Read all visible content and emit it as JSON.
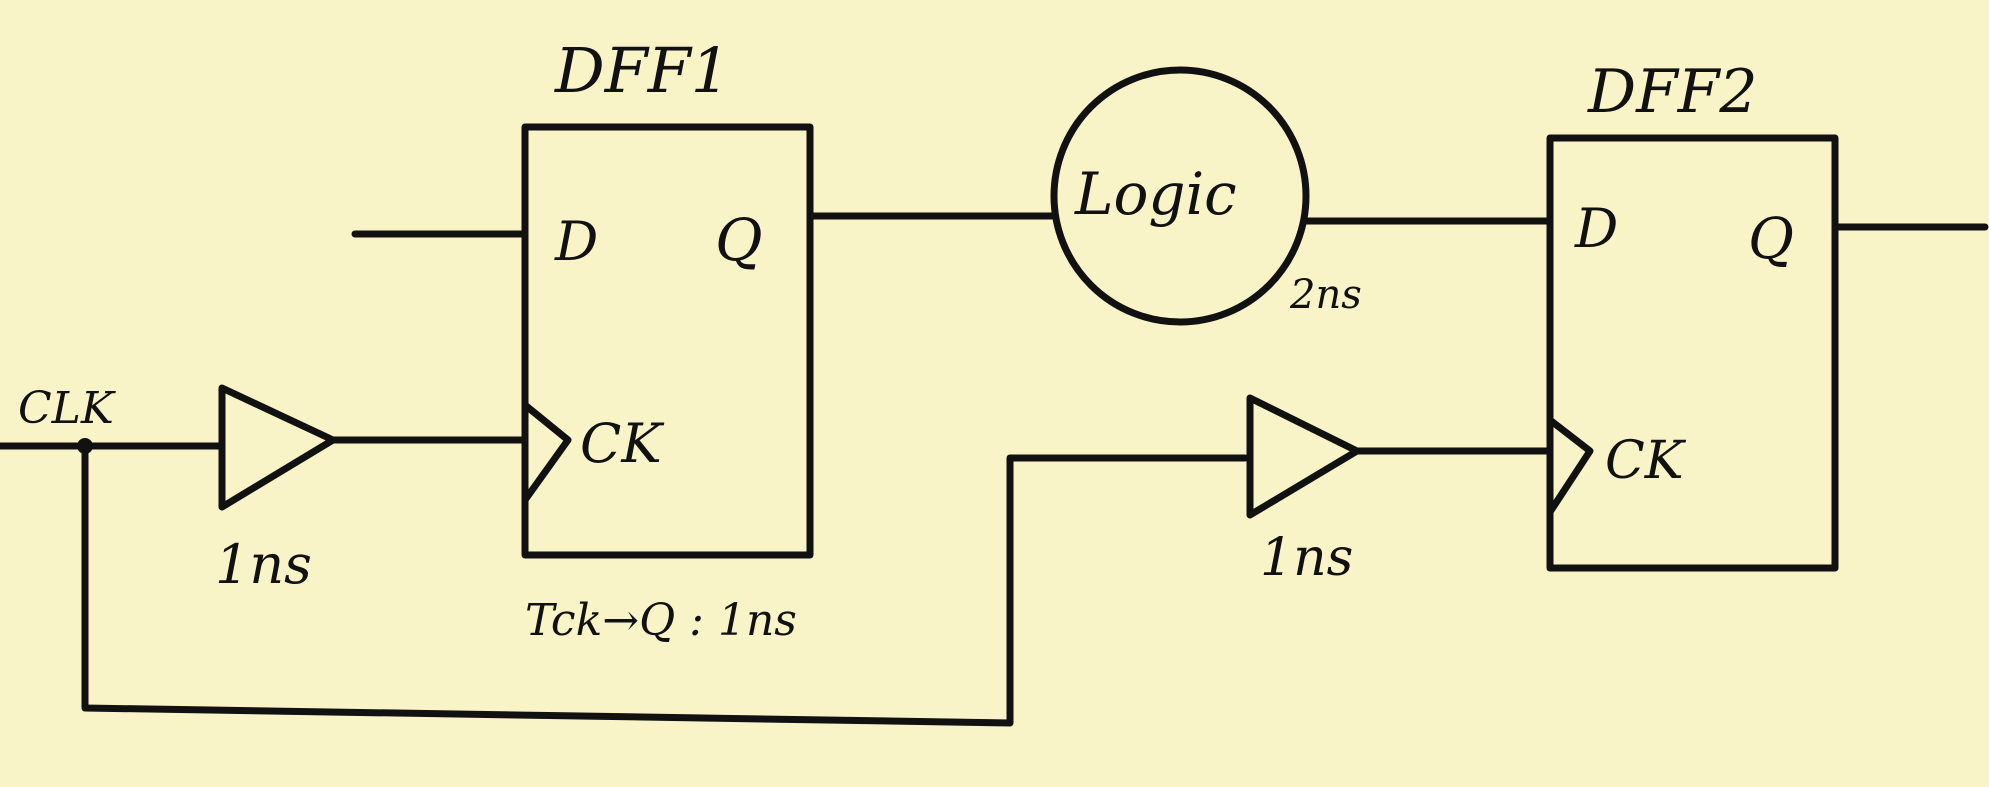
{
  "flip_flops": [
    {
      "name": "DFF1",
      "d_label": "D",
      "q_label": "Q",
      "ck_label": "CK",
      "timing": "Tck→Q : 1ns"
    },
    {
      "name": "DFF2",
      "d_label": "D",
      "q_label": "Q",
      "ck_label": "CK"
    }
  ],
  "clock": {
    "label": "CLK"
  },
  "buffers": [
    {
      "delay": "1ns"
    },
    {
      "delay": "1ns"
    }
  ],
  "logic": {
    "label": "Logic",
    "delay": "2ns"
  }
}
